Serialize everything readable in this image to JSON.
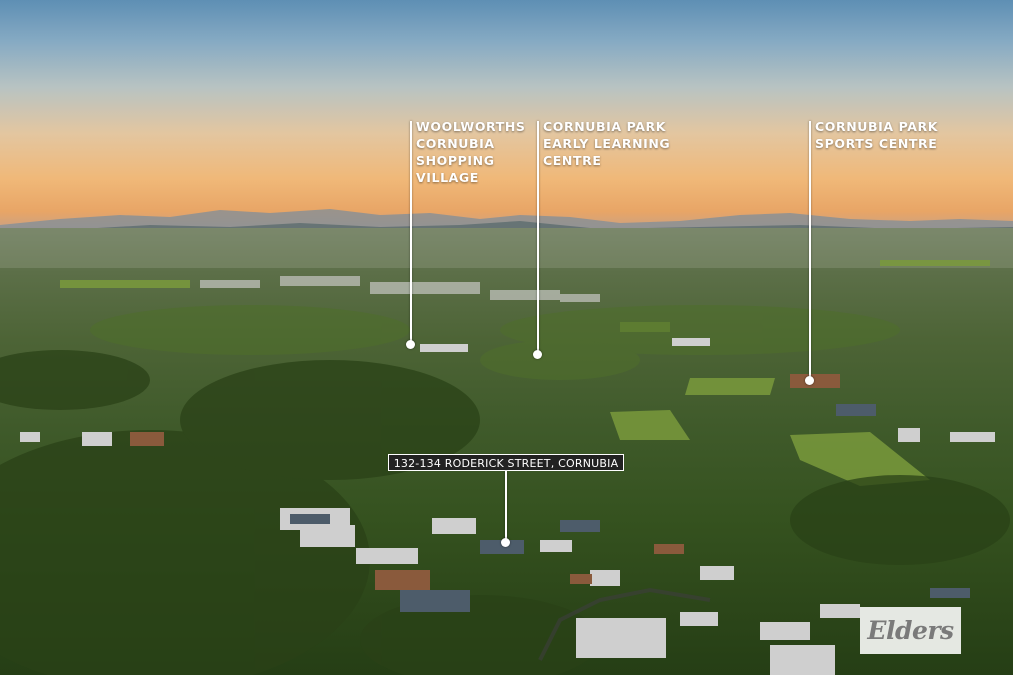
{
  "photo": {
    "subject": "aerial-suburb-photo",
    "colors": {
      "sky_top": "#5e8fb4",
      "horizon": "#f0b878",
      "vegetation": "#35521f",
      "rooftops": "#c9c9c9",
      "fields": "#7a9a3c"
    }
  },
  "points_of_interest": [
    {
      "id": "woolworths",
      "label": "WOOLWORTHS\nCORNUBIA\nSHOPPING\nVILLAGE"
    },
    {
      "id": "early-learning",
      "label": "CORNUBIA PARK\nEARLY LEARNING\nCENTRE"
    },
    {
      "id": "sports-centre",
      "label": "CORNUBIA PARK\nSPORTS CENTRE"
    }
  ],
  "property": {
    "address": "132-134 RODERICK STREET, CORNUBIA"
  },
  "agency_logo": {
    "text": "Elders"
  }
}
